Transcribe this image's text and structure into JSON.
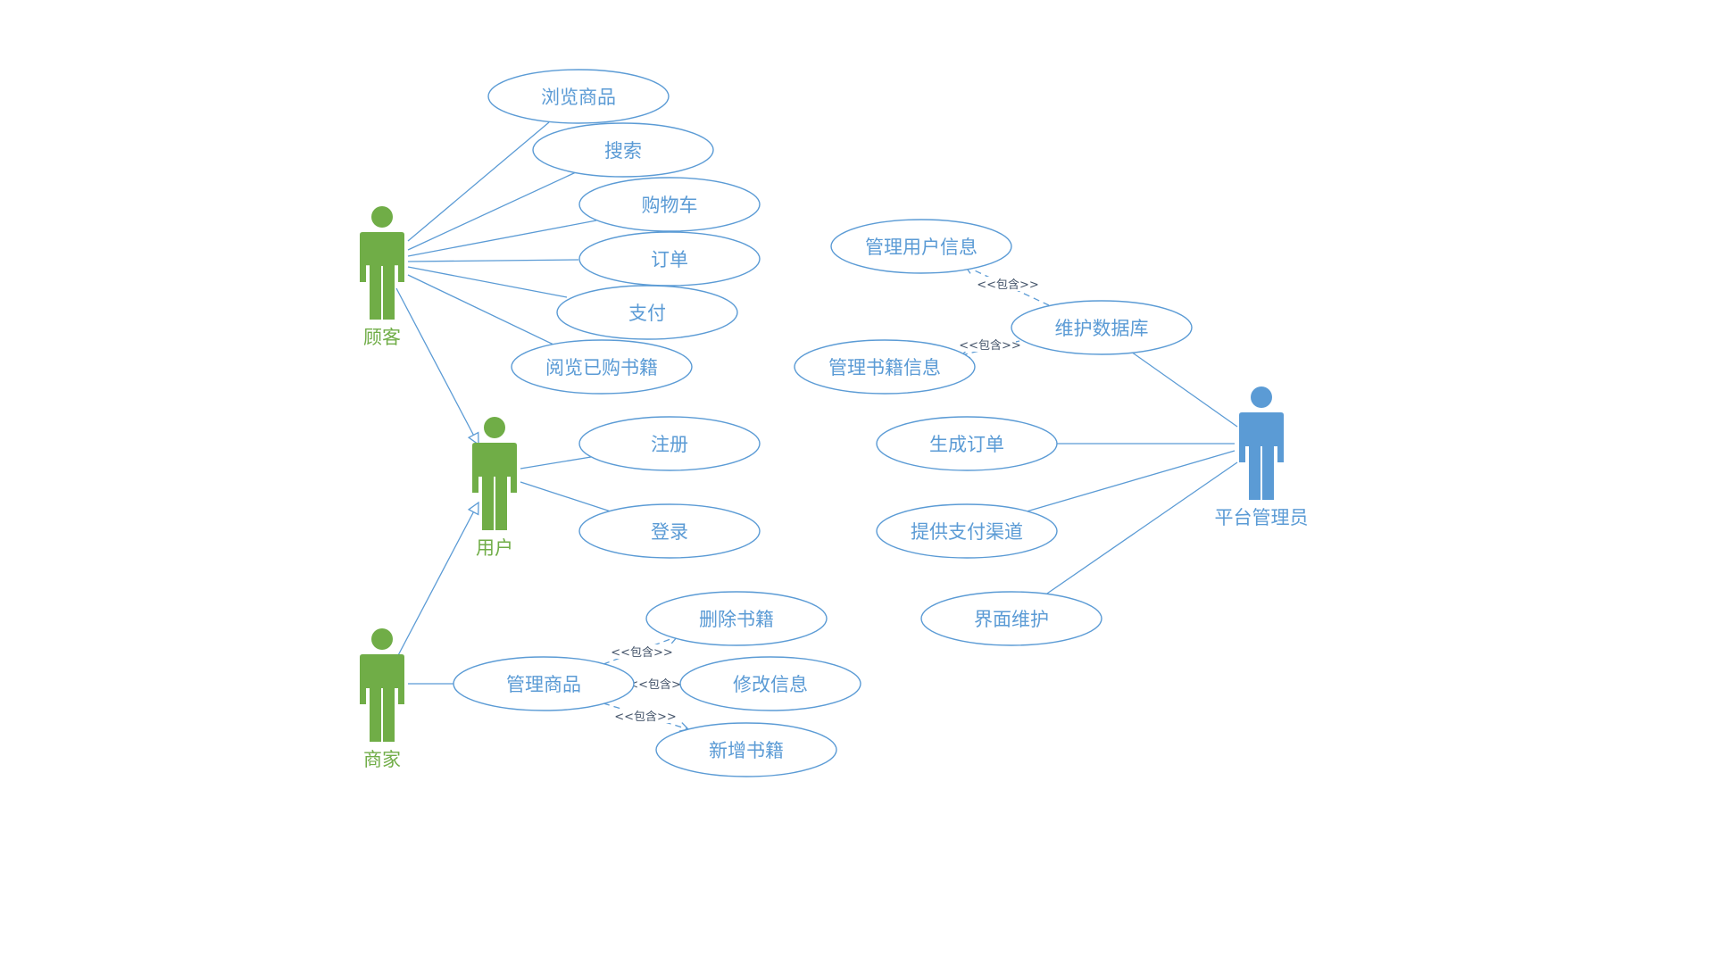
{
  "actors": {
    "customer": {
      "label": "顾客",
      "color": "#70ad47"
    },
    "user": {
      "label": "用户",
      "color": "#70ad47"
    },
    "merchant": {
      "label": "商家",
      "color": "#70ad47"
    },
    "admin": {
      "label": "平台管理员",
      "color": "#5b9bd5"
    }
  },
  "use_cases": {
    "browse_goods": "浏览商品",
    "search": "搜索",
    "cart": "购物车",
    "order": "订单",
    "pay": "支付",
    "read_purchased": "阅览已购书籍",
    "register": "注册",
    "login": "登录",
    "delete_book": "删除书籍",
    "manage_goods": "管理商品",
    "modify_info": "修改信息",
    "add_book": "新增书籍",
    "manage_user_info": "管理用户信息",
    "maintain_db": "维护数据库",
    "manage_book_info": "管理书籍信息",
    "generate_order": "生成订单",
    "payment_channel": "提供支付渠道",
    "ui_maintenance": "界面维护"
  },
  "relations": {
    "include_label": "<<包含>>"
  },
  "colors": {
    "use_case_stroke": "#5b9bd5",
    "include_text": "#44546a"
  }
}
